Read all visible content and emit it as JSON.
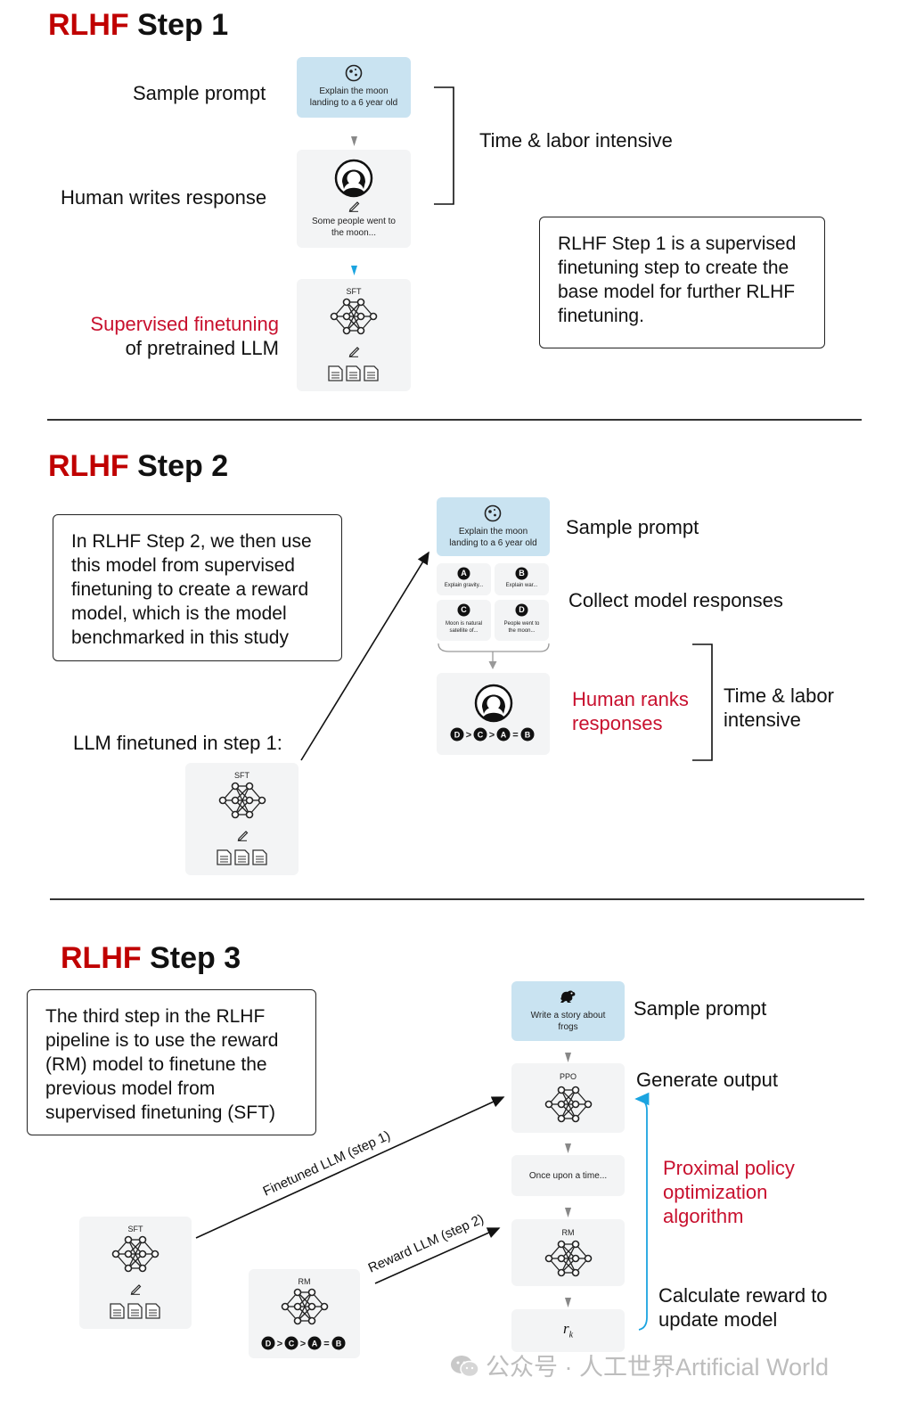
{
  "step1": {
    "title_red": "RLHF",
    "title_rest": " Step 1",
    "sample_prompt_label": "Sample prompt",
    "prompt_card": "Explain the moon landing to a 6 year old",
    "human_label": "Human writes response",
    "response_card": "Some people went to the moon...",
    "sft_label_red": "Supervised finetuning",
    "sft_label_rest": "of pretrained LLM",
    "sft_card_label": "SFT",
    "bracket_label": "Time & labor intensive",
    "note": "RLHF Step 1 is a supervised finetuning step to create the base model for further RLHF finetuning."
  },
  "step2": {
    "title_red": "RLHF",
    "title_rest": " Step 2",
    "note": "In RLHF Step 2, we then use this model from supervised finetuning to create a reward model, which is the model benchmarked in this study",
    "prompt_card": "Explain the moon landing to a 6 year old",
    "sample_prompt_label": "Sample prompt",
    "collect_label": "Collect model responses",
    "responses": [
      {
        "letter": "A",
        "text": "Explain gravity..."
      },
      {
        "letter": "B",
        "text": "Explain war..."
      },
      {
        "letter": "C",
        "text": "Moon is natural satellite of..."
      },
      {
        "letter": "D",
        "text": "People went to the moon..."
      }
    ],
    "ranking": [
      "D",
      "C",
      "A",
      "B"
    ],
    "ranks_label": "Human ranks responses",
    "bracket_label": "Time & labor intensive",
    "llm_label": "LLM finetuned in step 1:",
    "sft_card_label": "SFT"
  },
  "step3": {
    "title_red": "RLHF",
    "title_rest": " Step 3",
    "note": "The third step in the RLHF pipeline is to use the reward (RM) model to finetune the previous model from supervised finetuning (SFT)",
    "prompt_card": "Write a story about frogs",
    "sample_prompt_label": "Sample prompt",
    "ppo_card_label": "PPO",
    "generate_label": "Generate output",
    "output_card": "Once upon a time...",
    "rm_card_label": "RM",
    "reward_symbol": "r",
    "reward_sub": "k",
    "ppo_label": "Proximal policy optimization algorithm",
    "calc_label": "Calculate reward to update model",
    "arrow1_label": "Finetuned LLM (step 1)",
    "arrow2_label": "Reward LLM (step 2)",
    "sft_card_label": "SFT",
    "rm_left_card_label": "RM",
    "ranking": [
      "D",
      "C",
      "A",
      "B"
    ]
  },
  "watermark": "公众号 · 人工世界Artificial World",
  "colors": {
    "accent_red": "#c00000",
    "card_blue": "#c9e3f1",
    "card_gray": "#f3f4f5",
    "arrow_blue": "#1ba4e0"
  }
}
